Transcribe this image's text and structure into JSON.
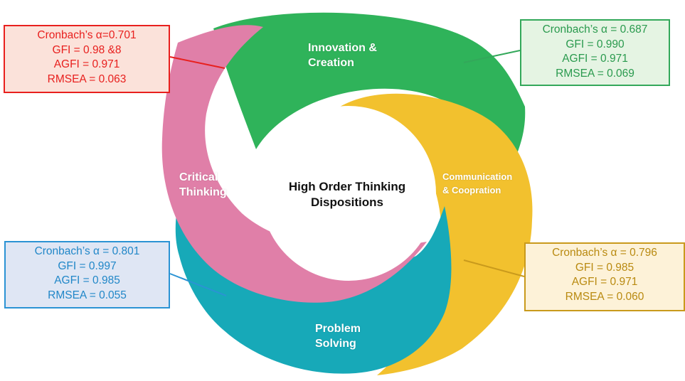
{
  "center": {
    "title_line1": "High Order Thinking",
    "title_line2": "Dispositions"
  },
  "segments": {
    "innovation": {
      "line1": "Innovation &",
      "line2": "Creation",
      "color": "#2fb35a"
    },
    "critical": {
      "line1": "Critical",
      "line2": "Thinking",
      "color": "#e07fa8"
    },
    "communication": {
      "line1": "Communication",
      "line2": "& Coopration",
      "color": "#f2c12e"
    },
    "problem": {
      "line1": "Problem",
      "line2": "Solving",
      "color": "#17a9b8"
    }
  },
  "stats": {
    "critical": {
      "alpha": "Cronbach’s α=0.701",
      "gfi": "GFI = 0.98 &8",
      "agfi": "AGFI = 0.971",
      "rmsea": "RMSEA = 0.063"
    },
    "innovation": {
      "alpha": "Cronbach’s α = 0.687",
      "gfi": "GFI = 0.990",
      "agfi": "AGFI = 0.971",
      "rmsea": "RMSEA = 0.069"
    },
    "problem": {
      "alpha": "Cronbach’s α = 0.801",
      "gfi": "GFI = 0.997",
      "agfi": "AGFI = 0.985",
      "rmsea": "RMSEA = 0.055"
    },
    "communication": {
      "alpha": "Cronbach’s α = 0.796",
      "gfi": "GFI = 0.985",
      "agfi": "AGFI = 0.971",
      "rmsea": "RMSEA = 0.060"
    }
  },
  "colors": {
    "critical_box": "#e8201e",
    "innovation_box": "#33a85a",
    "problem_box": "#2b93d4",
    "communication_box": "#c99a1c"
  }
}
